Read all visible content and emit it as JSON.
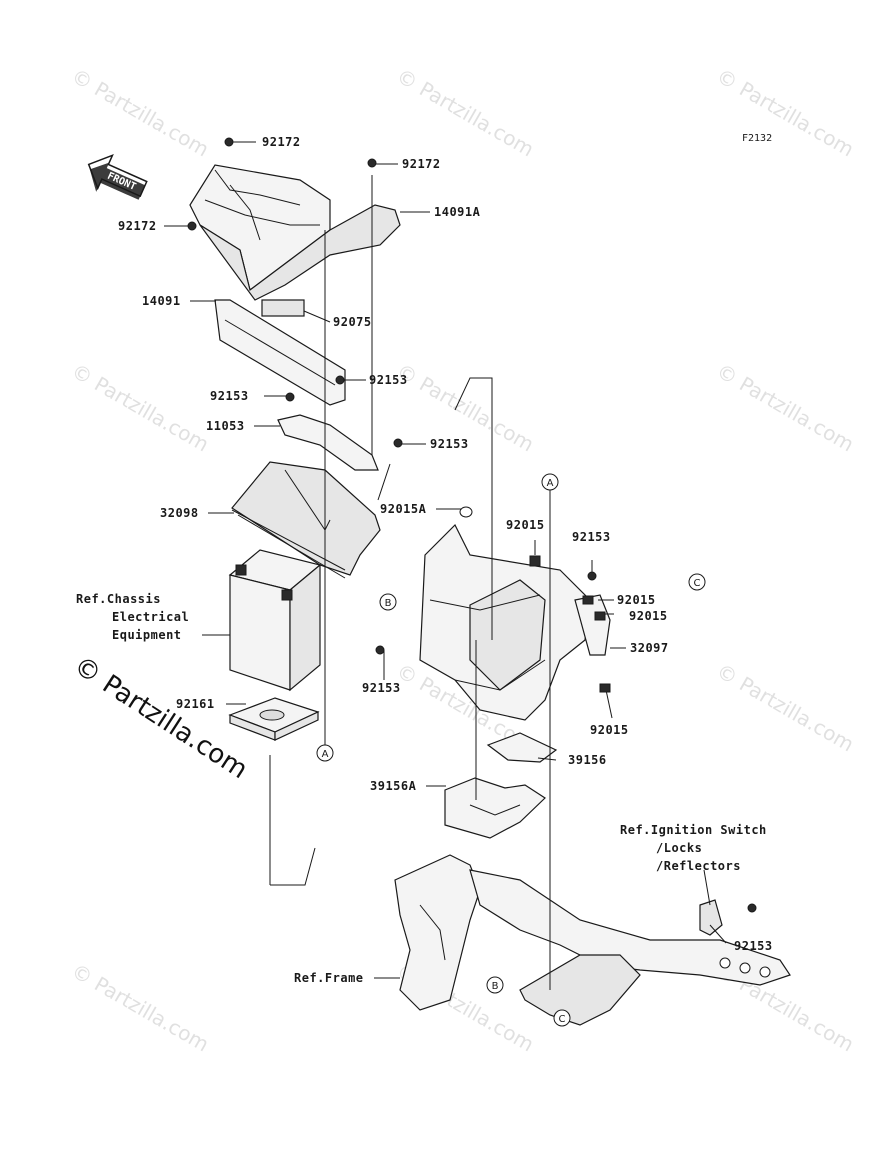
{
  "figure_code": "F2132",
  "front_arrow": "FRONT",
  "watermark": "© Partzilla.com",
  "part_labels": {
    "p92172_a": "92172",
    "p92172_b": "92172",
    "p92172_c": "92172",
    "p14091A": "14091A",
    "p14091": "14091",
    "p92075": "92075",
    "p92153_a": "92153",
    "p92153_b": "92153",
    "p92153_c": "92153",
    "p92153_d": "92153",
    "p92153_e": "92153",
    "p92153_f": "92153",
    "p11053": "11053",
    "p32098": "32098",
    "p92015A": "92015A",
    "p92015_a": "92015",
    "p92015_b": "92015",
    "p92015_c": "92015",
    "p92015_d": "92015",
    "p32097": "32097",
    "p92161": "92161",
    "p39156": "39156",
    "p39156A": "39156A"
  },
  "references": {
    "chassis_line1": "Ref.Chassis",
    "chassis_line2": "Electrical",
    "chassis_line3": "Equipment",
    "ignition_line1": "Ref.Ignition Switch",
    "ignition_line2": "/Locks",
    "ignition_line3": "/Reflectors",
    "frame": "Ref.Frame"
  },
  "callouts": {
    "A1": "A",
    "A2": "A",
    "B1": "B",
    "B2": "B",
    "C1": "C",
    "C2": "C"
  }
}
